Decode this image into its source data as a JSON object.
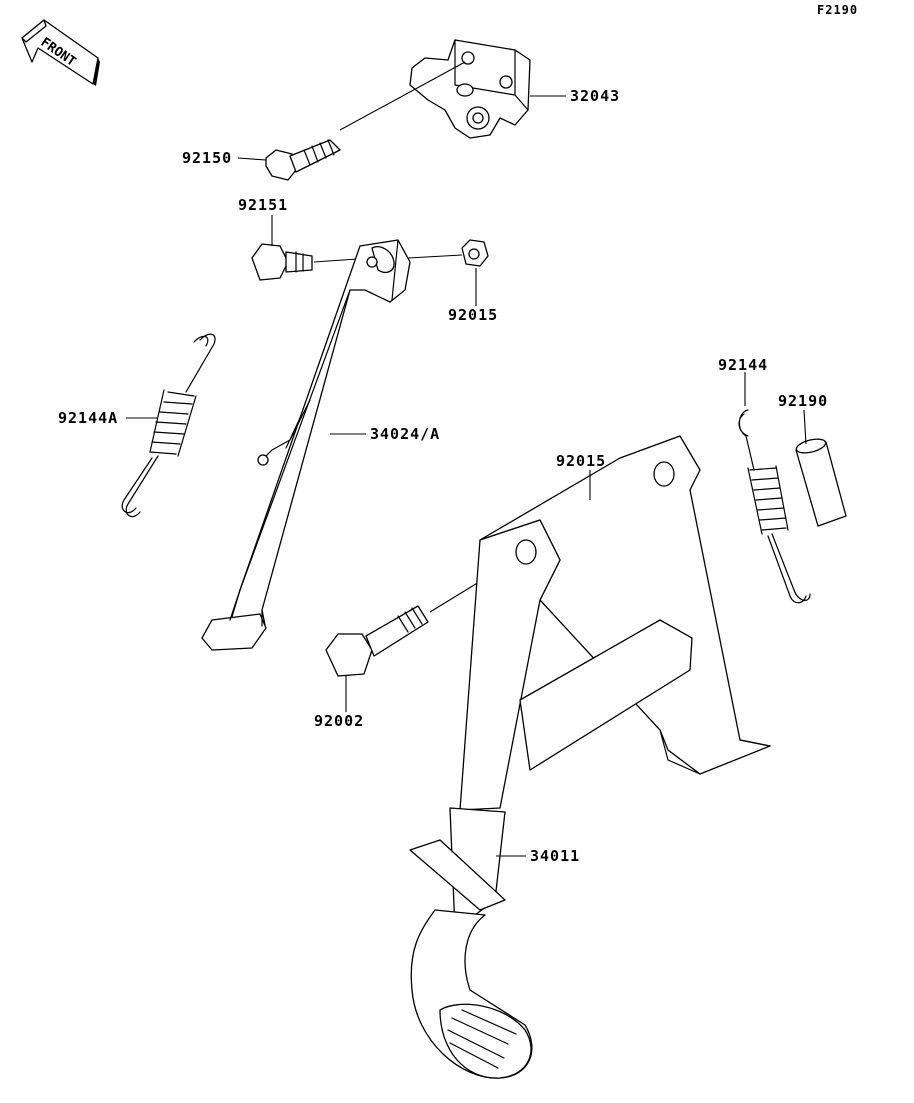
{
  "figure_code": "F2190",
  "front_marker": "FRONT",
  "parts": {
    "p32043": "32043",
    "p92150": "92150",
    "p92151": "92151",
    "p92015a": "92015",
    "p92144A": "92144A",
    "p34024A": "34024/A",
    "p92144": "92144",
    "p92190": "92190",
    "p92015b": "92015",
    "p92002": "92002",
    "p34011": "34011"
  }
}
